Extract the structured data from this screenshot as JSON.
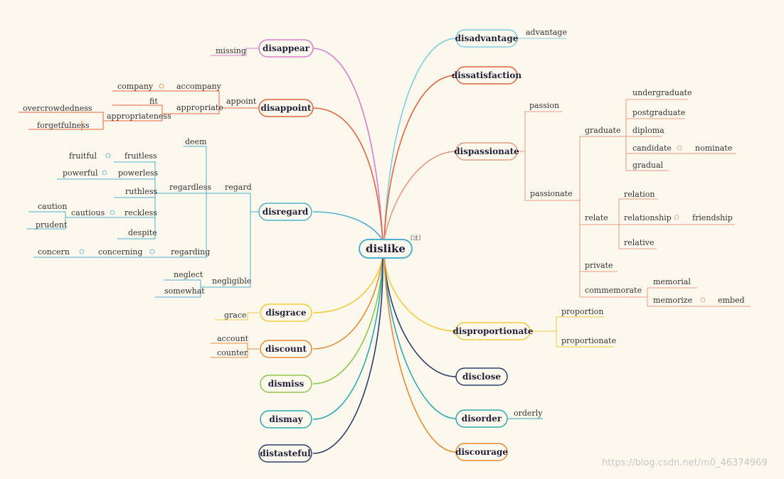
{
  "root": {
    "label": "dislike",
    "note": "[注]"
  },
  "colors": {
    "pink": "#d77fcb",
    "cyan": "#7fcde0",
    "red": "#e2643d",
    "salmon": "#e59b82",
    "blue": "#4fb1cf",
    "yellow": "#f0cc3b",
    "orange": "#e98a34",
    "green": "#8cc84e",
    "teal": "#2fa9b2",
    "navy": "#2c3f6d",
    "dark": "#23405f",
    "lightblue": "#7fcde0"
  },
  "branches": {
    "disappear": {
      "label": "disappear",
      "children": {
        "missing": "missing"
      }
    },
    "disappoint": {
      "label": "disappoint",
      "appoint": "appoint",
      "appropriate": "appropriate",
      "company": "company",
      "accompany": "accompany",
      "fit": "fit",
      "appropriateness": "appropriateness",
      "overcrowdedness": "overcrowdedness",
      "forgetfulness": "forgetfulness"
    },
    "disregard": {
      "label": "disregard",
      "regard": "regard",
      "regardless": "regardless",
      "deem": "deem",
      "fruitful": "fruitful",
      "fruitless": "fruitless",
      "powerful": "powerful",
      "powerless": "powerless",
      "ruthless": "ruthless",
      "caution": "caution",
      "cautious": "cautious",
      "reckless": "reckless",
      "prudent": "prudent",
      "despite": "despite",
      "concern": "concern",
      "concerning": "concerning",
      "regarding": "regarding",
      "neglect": "neglect",
      "negligible": "negligible",
      "somewhat": "somewhat"
    },
    "disgrace": {
      "label": "disgrace",
      "grace": "grace"
    },
    "discount": {
      "label": "discount",
      "account": "account",
      "counter": "counter"
    },
    "dismiss": {
      "label": "dismiss"
    },
    "dismay": {
      "label": "dismay"
    },
    "distasteful": {
      "label": "distasteful"
    },
    "disadvantage": {
      "label": "disadvantage",
      "advantage": "advantage"
    },
    "dissatisfaction": {
      "label": "dissatisfaction"
    },
    "dispassionate": {
      "label": "dispassionate",
      "passion": "passion",
      "passionate": "passionate",
      "graduate": "graduate",
      "undergraduate": "undergraduate",
      "postgraduate": "postgraduate",
      "diploma": "diploma",
      "candidate": "candidate",
      "nominate": "nominate",
      "gradual": "gradual",
      "relate": "relate",
      "relation": "relation",
      "relationship": "relationship",
      "friendship": "friendship",
      "relative": "relative",
      "private": "private",
      "commemorate": "commemorate",
      "memorial": "memorial",
      "memorize": "memorize",
      "embed": "embed"
    },
    "disproportionate": {
      "label": "disproportionate",
      "proportion": "proportion",
      "proportionate": "proportionate"
    },
    "disclose": {
      "label": "disclose"
    },
    "disorder": {
      "label": "disorder",
      "orderly": "orderly"
    },
    "discourage": {
      "label": "discourage"
    }
  },
  "watermark": "https://blog.csdn.net/m0_46374969"
}
